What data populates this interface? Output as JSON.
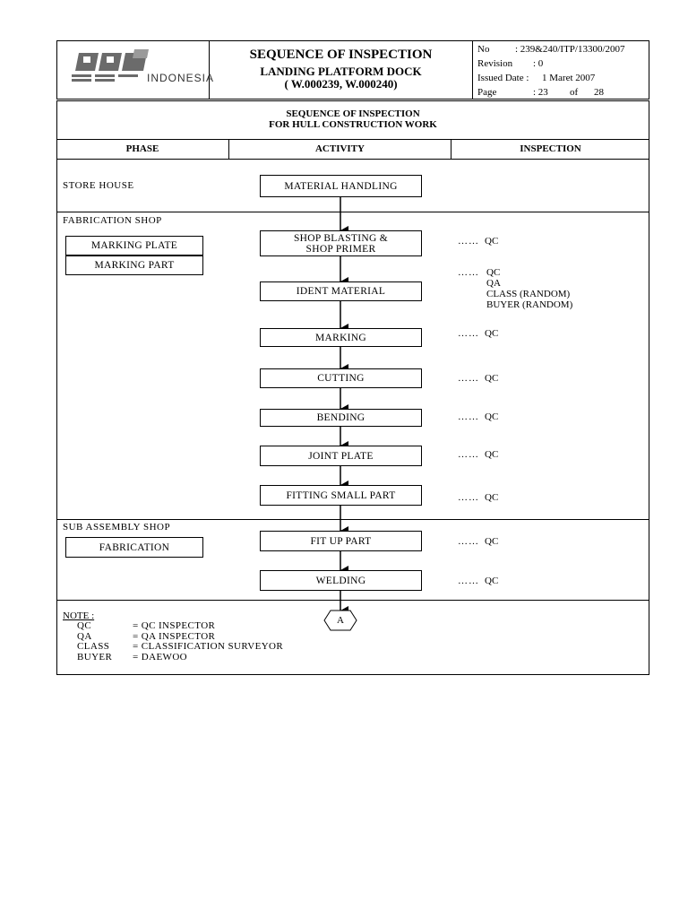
{
  "header": {
    "logo_text": "PAL",
    "logo_subtitle": "INDONESIA",
    "title": "SEQUENCE OF INSPECTION",
    "subtitle1": "LANDING PLATFORM DOCK",
    "subtitle2": "( W.000239, W.000240)",
    "meta": {
      "no_label": "No",
      "no_value": ": 239&240/ITP/13300/2007",
      "rev_label": "Revision",
      "rev_value": ":   0",
      "date_label": "Issued Date :",
      "date_value": "1 Maret 2007",
      "page_label": "Page",
      "page_value": ":  23",
      "page_of": "of",
      "page_total": "28"
    }
  },
  "section": {
    "title1": "SEQUENCE OF INSPECTION",
    "title2": "FOR HULL CONSTRUCTION WORK"
  },
  "columns": {
    "phase": "PHASE",
    "activity": "ACTIVITY",
    "inspection": "INSPECTION"
  },
  "phases": {
    "store": "STORE  HOUSE",
    "fabrication": "FABRICATION  SHOP",
    "sub_assembly": "SUB  ASSEMBLY  SHOP"
  },
  "phase_boxes": {
    "marking_plate": "MARKING PLATE",
    "marking_part": "MARKING PART",
    "fabrication": "FABRICATION"
  },
  "activities": {
    "material_handling": "MATERIAL  HANDLING",
    "shop_blasting_1": "SHOP  BLASTING  &",
    "shop_blasting_2": "SHOP  PRIMER",
    "ident_material": "IDENT  MATERIAL",
    "marking": "MARKING",
    "cutting": "CUTTING",
    "bending": "BENDING",
    "joint_plate": "JOINT  PLATE",
    "fitting_small_part": "FITTING  SMALL  PART",
    "fit_up_part": "FIT  UP  PART",
    "welding": "WELDING",
    "connector": "A"
  },
  "inspection": {
    "dots": "……",
    "qc": "QC",
    "ident_lines": [
      "QC",
      "QA",
      "CLASS (RANDOM)",
      "BUYER (RANDOM)"
    ]
  },
  "note": {
    "title": "NOTE :",
    "rows": [
      {
        "abbr": "QC",
        "def": "=  QC  INSPECTOR"
      },
      {
        "abbr": "QA",
        "def": "=  QA  INSPECTOR"
      },
      {
        "abbr": "CLASS",
        "def": "=  CLASSIFICATION  SURVEYOR"
      },
      {
        "abbr": "BUYER",
        "def": "=  DAEWOO"
      }
    ]
  }
}
